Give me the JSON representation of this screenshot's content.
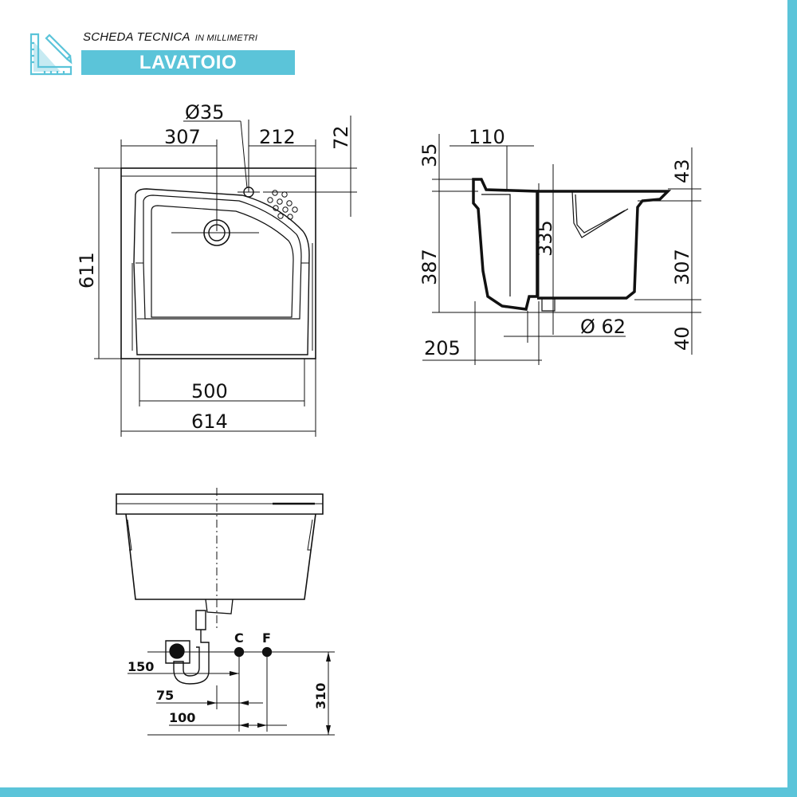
{
  "header": {
    "title": "SCHEDA TECNICA",
    "subtitle": "IN MILLIMETRI",
    "banner": "LAVATOIO",
    "icon": "ruler-pencil-icon",
    "accent_color": "#5bc4d9"
  },
  "top_view": {
    "hole_diameter": "Ø35",
    "left_offset": "307",
    "right_offset": "212",
    "top_offset": "72",
    "depth": "611",
    "inner_width": "500",
    "overall_width": "614"
  },
  "side_view": {
    "top_width": "110",
    "rim_height_left": "35",
    "body_height": "387",
    "inner_height": "335",
    "drain_offset": "205",
    "drain_diameter": "Ø 62",
    "rim_height_right": "43",
    "basin_depth": "307",
    "drain_height": "40"
  },
  "front_view": {
    "hot_label": "C",
    "cold_label": "F",
    "dim_150": "150",
    "dim_75": "75",
    "dim_100": "100",
    "dim_310": "310"
  }
}
